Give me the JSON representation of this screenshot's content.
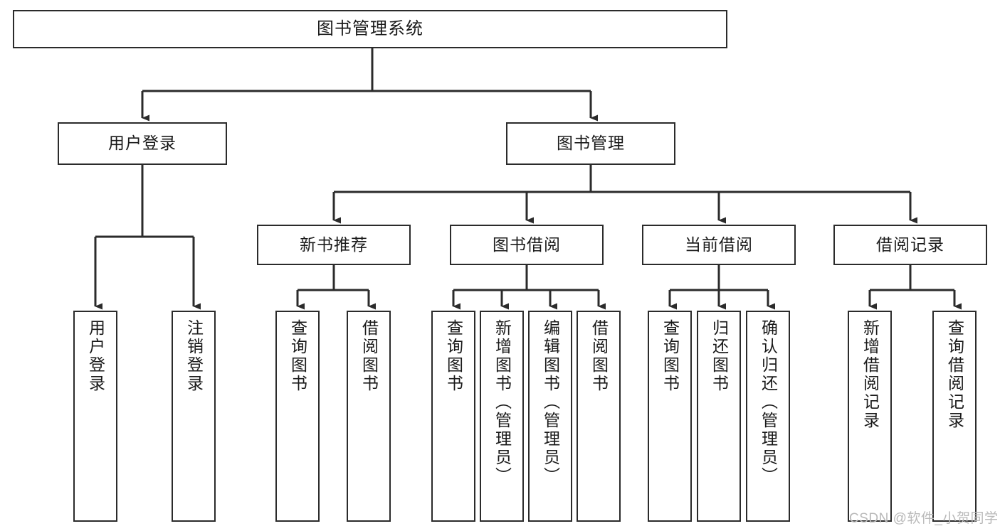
{
  "diagram": {
    "title": "图书管理系统",
    "type": "tree-hierarchy",
    "watermark": "CSDN @软件_小贺同学",
    "colors": {
      "stroke": "#2b2b2b",
      "fill": "#ffffff",
      "text": "#1a1a1a",
      "watermark": "#b9b9b9"
    },
    "root": {
      "label": "图书管理系统"
    },
    "level2": [
      {
        "id": "user-login",
        "label": "用户登录"
      },
      {
        "id": "book-manage",
        "label": "图书管理"
      }
    ],
    "level3": [
      {
        "id": "new-book-recommend",
        "label": "新书推荐",
        "parent": "book-manage"
      },
      {
        "id": "book-borrow",
        "label": "图书借阅",
        "parent": "book-manage"
      },
      {
        "id": "current-borrow",
        "label": "当前借阅",
        "parent": "book-manage"
      },
      {
        "id": "borrow-record",
        "label": "借阅记录",
        "parent": "book-manage"
      }
    ],
    "leaves": [
      {
        "id": "leaf-user-login",
        "label": "用户登录",
        "parent": "user-login"
      },
      {
        "id": "leaf-user-logout",
        "label": "注销登录",
        "parent": "user-login"
      },
      {
        "id": "leaf-query-book-1",
        "label": "查询图书",
        "parent": "new-book-recommend"
      },
      {
        "id": "leaf-borrow-book-1",
        "label": "借阅图书",
        "parent": "new-book-recommend"
      },
      {
        "id": "leaf-query-book-2",
        "label": "查询图书",
        "parent": "book-borrow"
      },
      {
        "id": "leaf-add-book",
        "label": "新增图书（管理员）",
        "parent": "book-borrow"
      },
      {
        "id": "leaf-edit-book",
        "label": "编辑图书（管理员）",
        "parent": "book-borrow"
      },
      {
        "id": "leaf-borrow-book-2",
        "label": "借阅图书",
        "parent": "book-borrow"
      },
      {
        "id": "leaf-query-book-3",
        "label": "查询图书",
        "parent": "current-borrow"
      },
      {
        "id": "leaf-return-book",
        "label": "归还图书",
        "parent": "current-borrow"
      },
      {
        "id": "leaf-confirm-return",
        "label": "确认归还（管理员）",
        "parent": "current-borrow"
      },
      {
        "id": "leaf-add-record",
        "label": "新增借阅记录",
        "parent": "borrow-record"
      },
      {
        "id": "leaf-query-record",
        "label": "查询借阅记录",
        "parent": "borrow-record"
      }
    ]
  }
}
